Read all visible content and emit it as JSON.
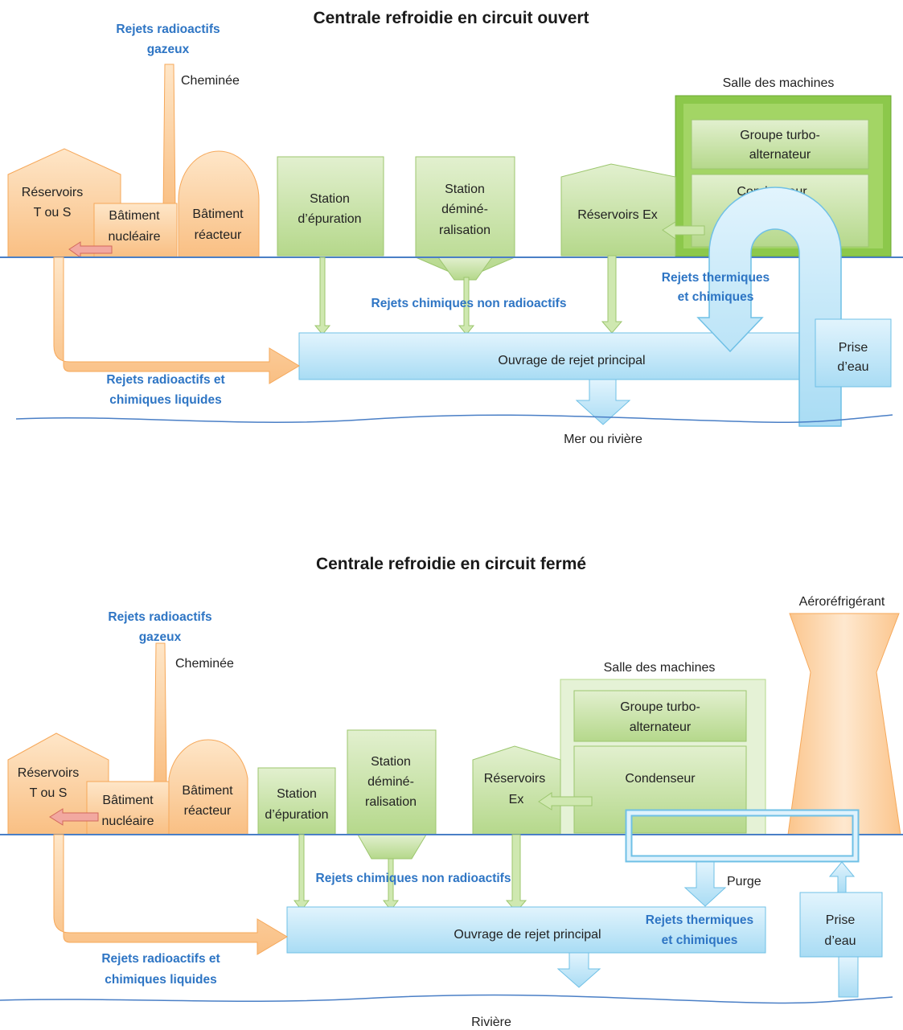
{
  "top": {
    "title": "Centrale refroidie en circuit ouvert",
    "gas": [
      "Rejets radioactifs",
      "gazeux"
    ],
    "chimney": "Cheminée",
    "tanks_ts": [
      "Réservoirs",
      "T ou S"
    ],
    "nuclear_building": [
      "Bâtiment",
      "nucléaire"
    ],
    "reactor_building": [
      "Bâtiment",
      "réacteur"
    ],
    "station_epuration": [
      "Station",
      "d’épuration"
    ],
    "station_demin": [
      "Station",
      "déminé-",
      "ralisation"
    ],
    "tanks_ex": "Réservoirs Ex",
    "machine_hall": "Salle des machines",
    "turbo": [
      "Groupe turbo-",
      "alternateur"
    ],
    "condenser": "Condenseur",
    "thermal": [
      "Rejets thermiques",
      "et chimiques"
    ],
    "chemical": "Rejets chimiques non radioactifs",
    "outfall": "Ouvrage de rejet principal",
    "intake": [
      "Prise",
      "d’eau"
    ],
    "liquid": [
      "Rejets radioactifs et",
      "chimiques liquides"
    ],
    "water": "Mer ou rivière"
  },
  "bottom": {
    "title": "Centrale refroidie en circuit fermé",
    "gas": [
      "Rejets radioactifs",
      "gazeux"
    ],
    "chimney": "Cheminée",
    "tanks_ts": [
      "Réservoirs",
      "T ou S"
    ],
    "nuclear_building": [
      "Bâtiment",
      "nucléaire"
    ],
    "reactor_building": [
      "Bâtiment",
      "réacteur"
    ],
    "station_epuration": [
      "Station",
      "d’épuration"
    ],
    "station_demin": [
      "Station",
      "déminé-",
      "ralisation"
    ],
    "tanks_ex": [
      "Réservoirs",
      "Ex"
    ],
    "machine_hall": "Salle des machines",
    "turbo": [
      "Groupe turbo-",
      "alternateur"
    ],
    "condenser": "Condenseur",
    "cooling_tower": "Aéroréfrigérant",
    "purge": "Purge",
    "thermal": [
      "Rejets thermiques",
      "et chimiques"
    ],
    "chemical": "Rejets chimiques non radioactifs",
    "outfall": "Ouvrage de rejet principal",
    "intake": [
      "Prise",
      "d’eau"
    ],
    "liquid": [
      "Rejets radioactifs et",
      "chimiques liquides"
    ],
    "water": "Rivière"
  },
  "colors": {
    "orange_fill": "#fcd3a3",
    "orange_stroke": "#f6a85a",
    "green_fill": "#c6e0a4",
    "green_stroke": "#9cc66e",
    "green_dark": "#7cbf3a",
    "blue_fill": "#bfe3f7",
    "blue_stroke": "#6fc0e6",
    "label_blue": "#2e75c4",
    "ground_line": "#4a7fc6"
  }
}
